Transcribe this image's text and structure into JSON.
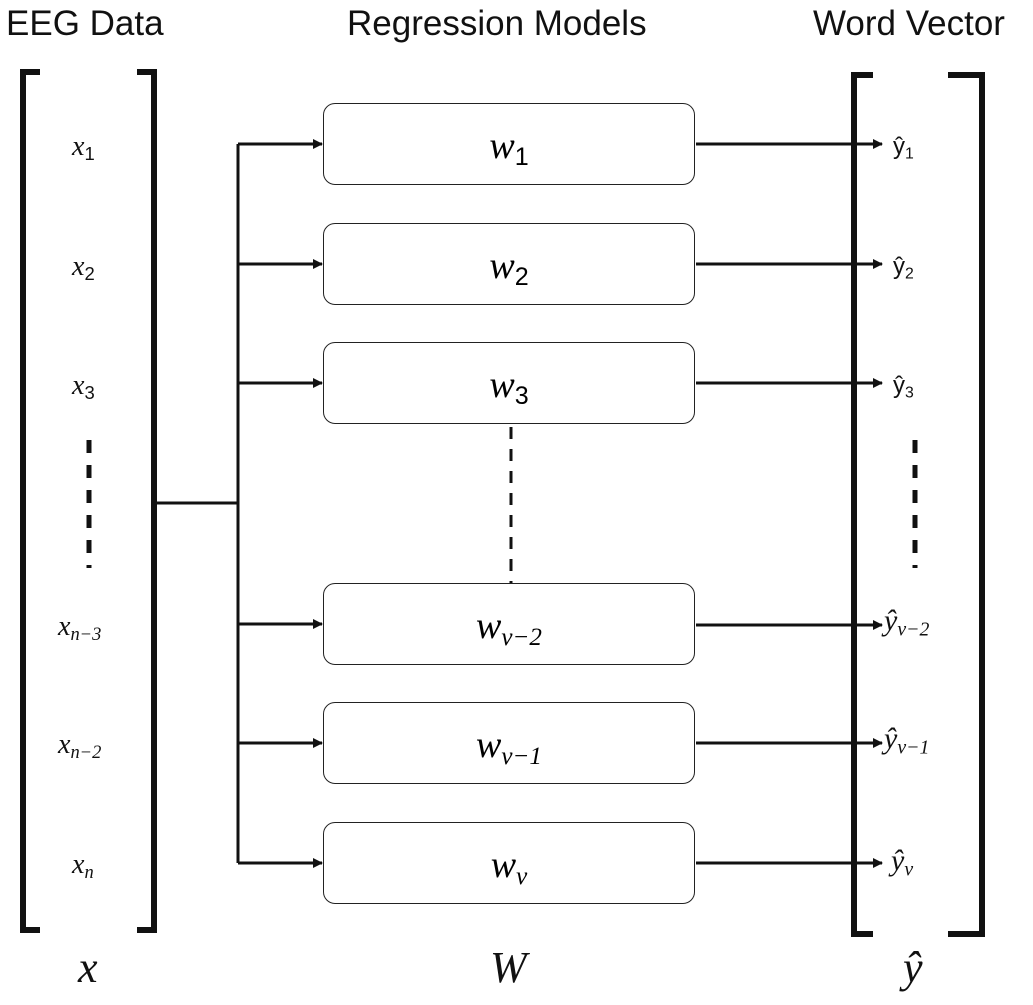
{
  "headers": {
    "eeg": "EEG Data",
    "models": "Regression Models",
    "word": "Word Vector"
  },
  "inputs": [
    {
      "base": "x",
      "sub": "1"
    },
    {
      "base": "x",
      "sub": "2"
    },
    {
      "base": "x",
      "sub": "3"
    },
    {
      "base": "x",
      "sub": "n−3"
    },
    {
      "base": "x",
      "sub": "n−2"
    },
    {
      "base": "x",
      "sub": "n"
    }
  ],
  "models": [
    {
      "base": "w",
      "sub": "1"
    },
    {
      "base": "w",
      "sub": "2"
    },
    {
      "base": "w",
      "sub": "3"
    },
    {
      "base": "w",
      "sub": "v−2"
    },
    {
      "base": "w",
      "sub": "v−1"
    },
    {
      "base": "w",
      "sub": "v"
    }
  ],
  "outputs": [
    {
      "base": "ŷ",
      "sub": "1"
    },
    {
      "base": "ŷ",
      "sub": "2"
    },
    {
      "base": "ŷ",
      "sub": "3"
    },
    {
      "base": "ŷ",
      "sub": "v−2"
    },
    {
      "base": "ŷ",
      "sub": "v−1"
    },
    {
      "base": "ŷ",
      "sub": "v"
    }
  ],
  "bottom": {
    "input_symbol": "x",
    "model_symbol": "W",
    "output_symbol": "ŷ"
  },
  "colors": {
    "stroke": "#111111",
    "background": "#ffffff"
  }
}
